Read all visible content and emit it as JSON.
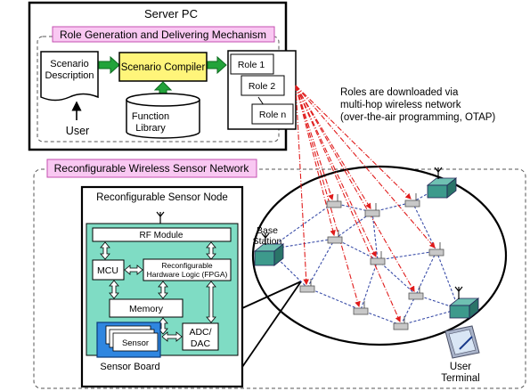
{
  "server": {
    "title": "Server PC",
    "mechanism_label": "Role Generation and Delivering Mechanism",
    "scenario_line1": "Scenario",
    "scenario_line2": "Description",
    "compiler": "Scenario Compiler",
    "function_line1": "Function",
    "function_line2": "Library",
    "user": "User",
    "roles": [
      "Role 1",
      "Role 2",
      "Role n"
    ]
  },
  "annotation": {
    "line1": "Roles are downloaded via",
    "line2": "multi-hop wireless network",
    "line3": "(over-the-air programming, OTAP)"
  },
  "network": {
    "title": "Reconfigurable Wireless Sensor Network",
    "base_line1": "Base",
    "base_line2": "Station",
    "user_terminal_line1": "User",
    "user_terminal_line2": "Terminal"
  },
  "node": {
    "title": "Reconfigurable Sensor Node",
    "rf": "RF Module",
    "mcu": "MCU",
    "fpga_line1": "Reconfigurable",
    "fpga_line2": "Hardware Logic (FPGA)",
    "memory": "Memory",
    "adc_line1": "ADC/",
    "adc_line2": "DAC",
    "sensor": "Sensor",
    "sensor_board": "Sensor Board"
  },
  "colors": {
    "mechanism_fill": "#f9c8f2",
    "compiler_fill": "#fff57a",
    "arrow_green": "#22a33a",
    "node_fill": "#7fdcc4",
    "sensor_board_fill": "#2f86e0",
    "ota_red": "#e01b1b",
    "mesh_blue": "#3a4da8",
    "station_teal": "#3d9a8c"
  }
}
